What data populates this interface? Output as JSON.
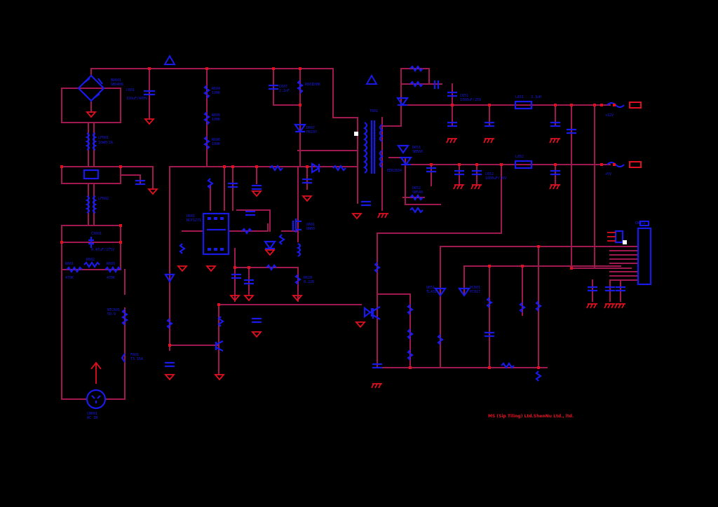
{
  "document": {
    "credit": "MS (Sip Tiling) Ltd.ShenNu Ltd., ltd."
  },
  "labels": {
    "bridge": [
      "BD601",
      "GBU406"
    ],
    "bulk_cap": [
      "C601",
      "150uF/400V"
    ],
    "cm_choke_1": [
      "LF601",
      "10mH/2A"
    ],
    "cm_choke_2": [
      "LF602"
    ],
    "x_cap": [
      "CX601",
      "0.47uF/275V"
    ],
    "r_bleed": [
      "R601",
      "R602",
      "R603",
      "470K",
      "470K"
    ],
    "ntc": [
      "NTC601",
      "5D-9"
    ],
    "fuse": [
      "F601",
      "T3.15A"
    ],
    "ac_inlet": [
      "CN601",
      "AC IN"
    ],
    "pwm_ic": [
      "U601",
      "NCP1271"
    ],
    "startup": [
      "R604",
      "R605",
      "R606",
      "100K",
      "100K",
      "100K"
    ],
    "snubber": [
      "R607",
      "C607",
      "D607",
      "100K",
      "2.2nF",
      "FR107"
    ],
    "mosfet": [
      "Q601",
      "8N60"
    ],
    "sense": [
      "R620",
      "0.22R"
    ],
    "transformer": [
      "T601",
      "EER2834"
    ],
    "out1": [
      "D651",
      "SB560",
      "C651",
      "1000uF/25V",
      "L651",
      "3.3uH",
      "+12V"
    ],
    "out2": [
      "D652",
      "SB540",
      "C652",
      "1000uF/16V",
      "L652",
      "+5V"
    ],
    "opto": [
      "PC601",
      "PC817",
      "U651",
      "TL431"
    ],
    "connector": [
      "CN651"
    ]
  }
}
